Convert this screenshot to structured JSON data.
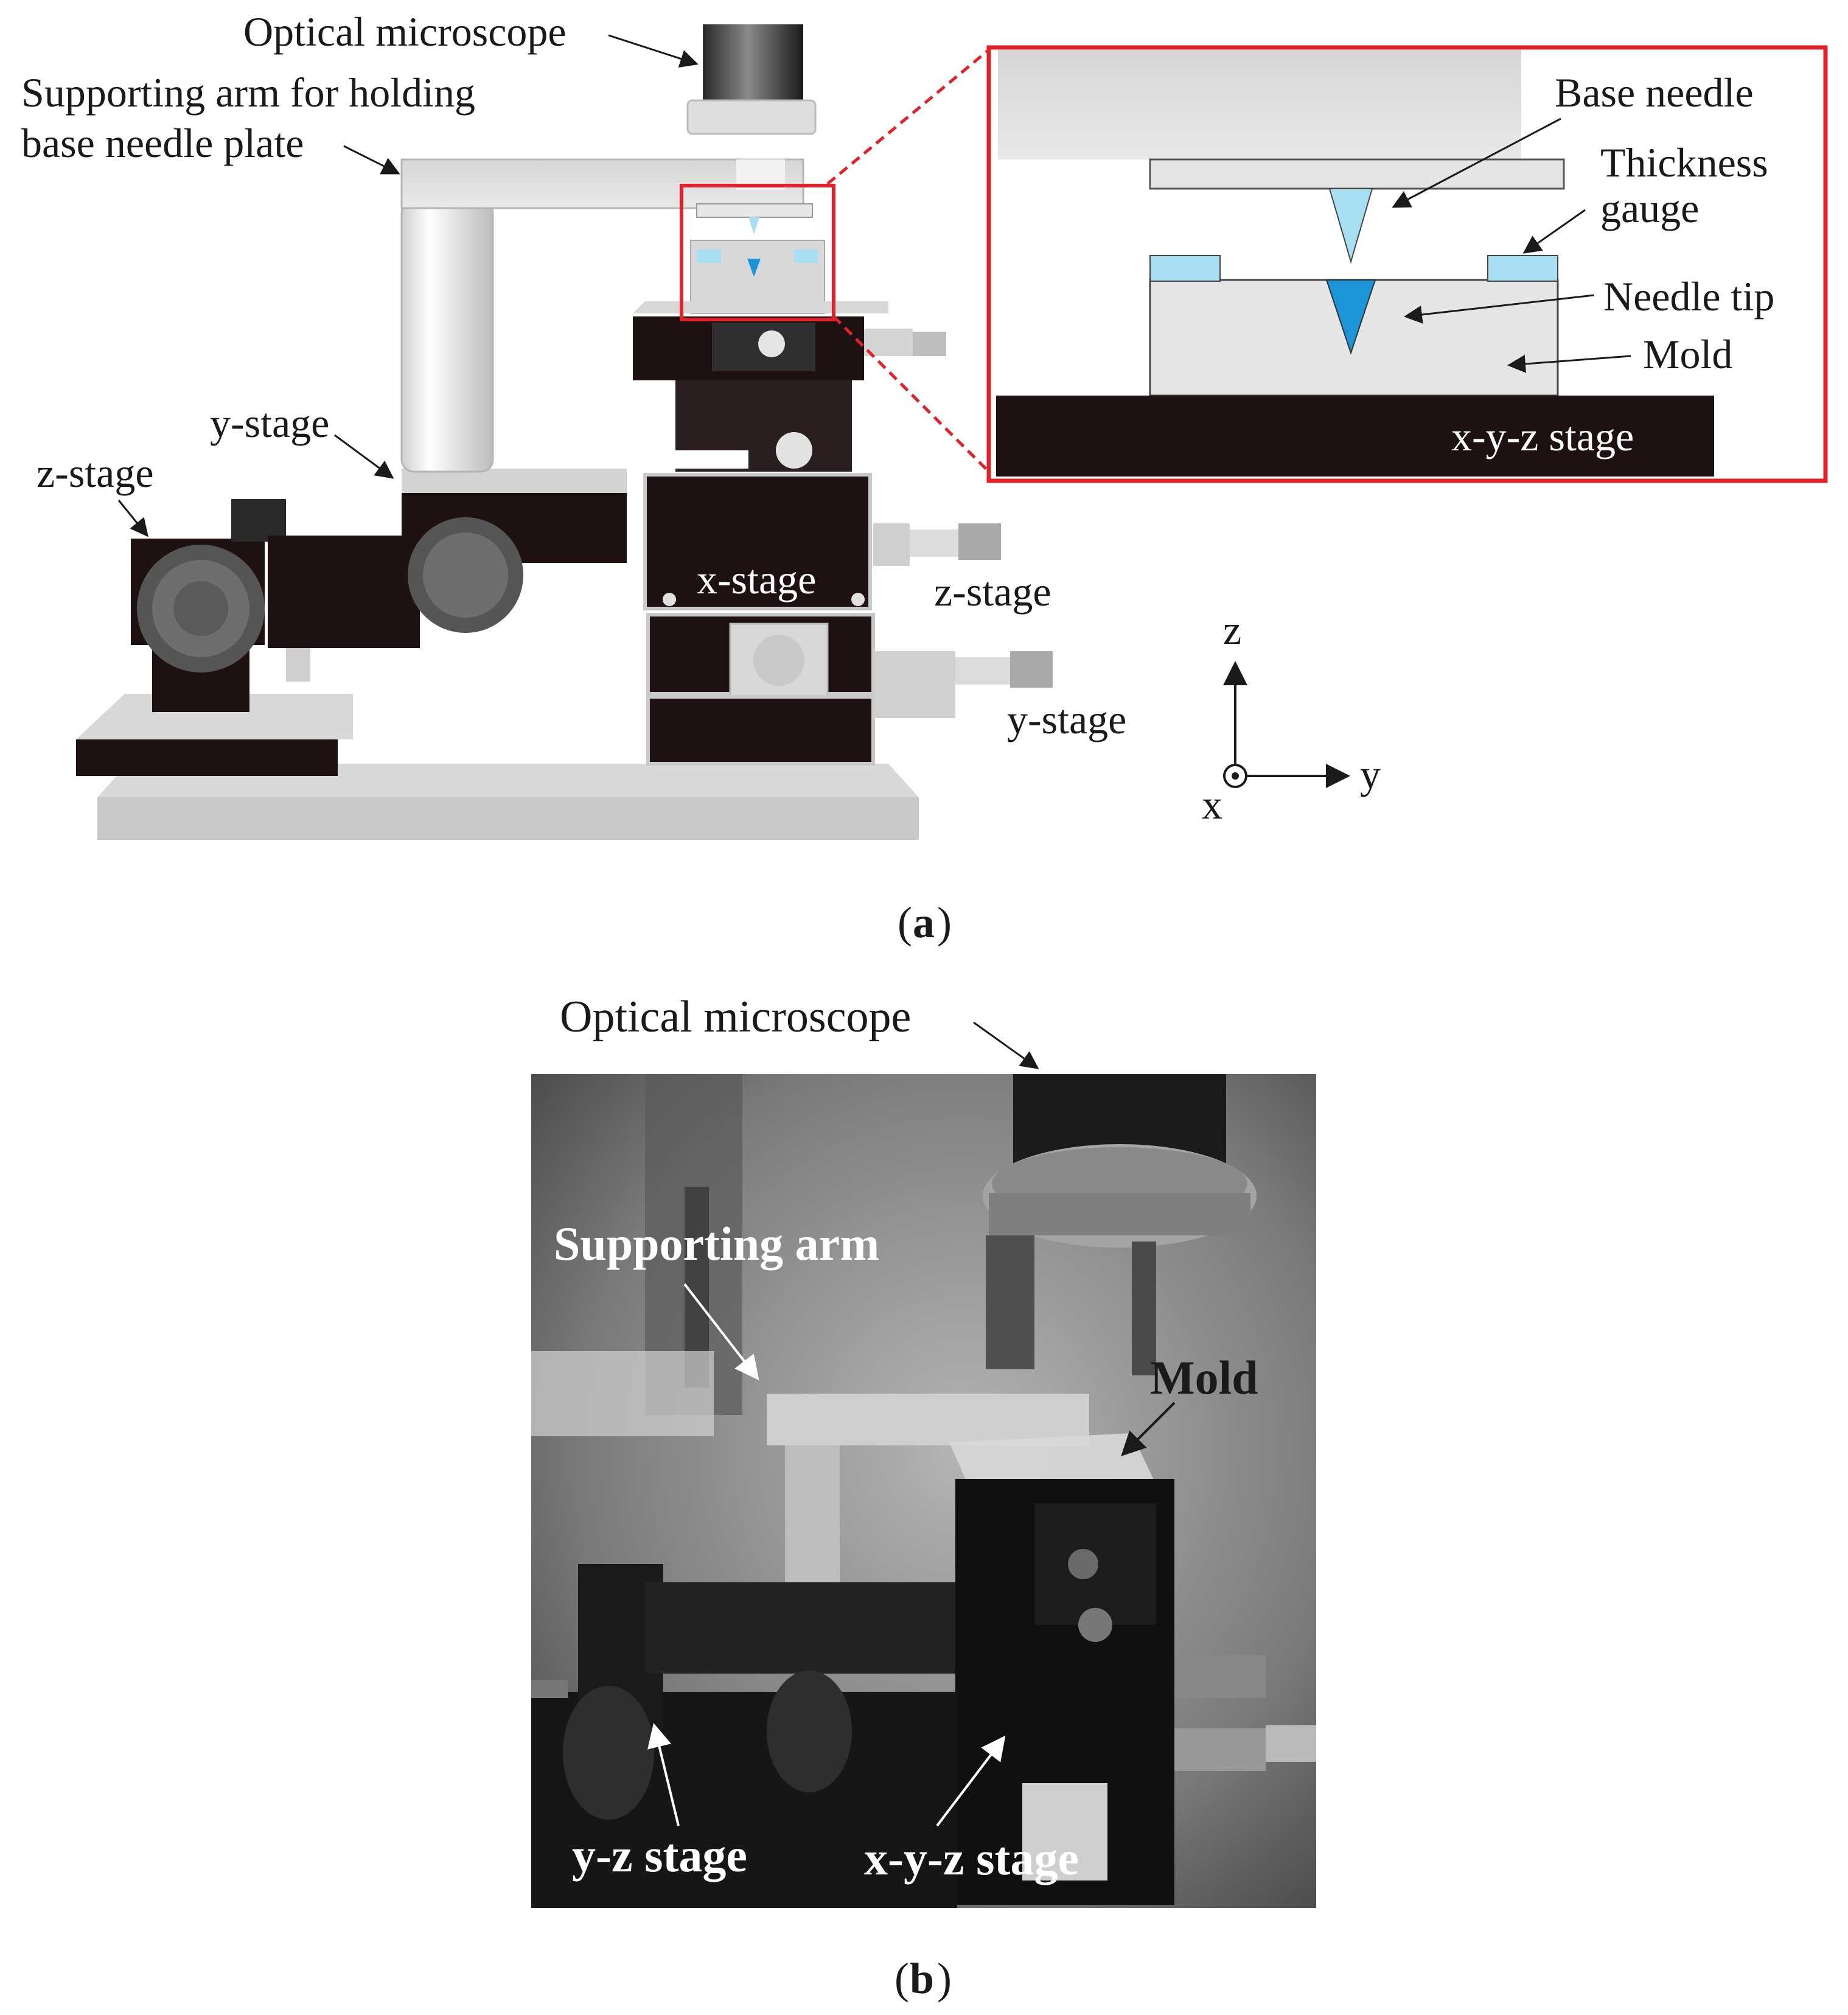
{
  "panel_a": {
    "labels": {
      "optical_microscope": "Optical microscope",
      "supporting_arm_line1": "Supporting arm for holding",
      "supporting_arm_line2": "base needle plate",
      "y_stage_left": "y-stage",
      "z_stage_left": "z-stage",
      "x_stage": "x-stage",
      "z_stage_right": "z-stage",
      "y_stage_right": "y-stage"
    },
    "inset": {
      "base_needle": "Base needle",
      "thickness_line1": "Thickness",
      "thickness_line2": "gauge",
      "needle_tip": "Needle tip",
      "mold": "Mold",
      "xyz_stage": "x-y-z stage"
    },
    "axes": {
      "z": "z",
      "y": "y",
      "x": "x"
    },
    "caption_open": "(",
    "caption_letter": "a",
    "caption_close": ")"
  },
  "panel_b": {
    "optical_microscope": "Optical microscope",
    "supporting_arm": "Supporting arm",
    "mold": "Mold",
    "yz_stage": "y-z stage",
    "xyz_stage": "x-y-z stage",
    "caption_open": "(",
    "caption_letter": "b",
    "caption_close": ")"
  },
  "colors": {
    "inset_border": "#e0232b",
    "stage_dark": "#1e1112",
    "light_blue": "#a9dff2",
    "needle_blue": "#1b95d8",
    "metal_light": "#e6e6e6",
    "metal_mid": "#bdbdbd"
  }
}
